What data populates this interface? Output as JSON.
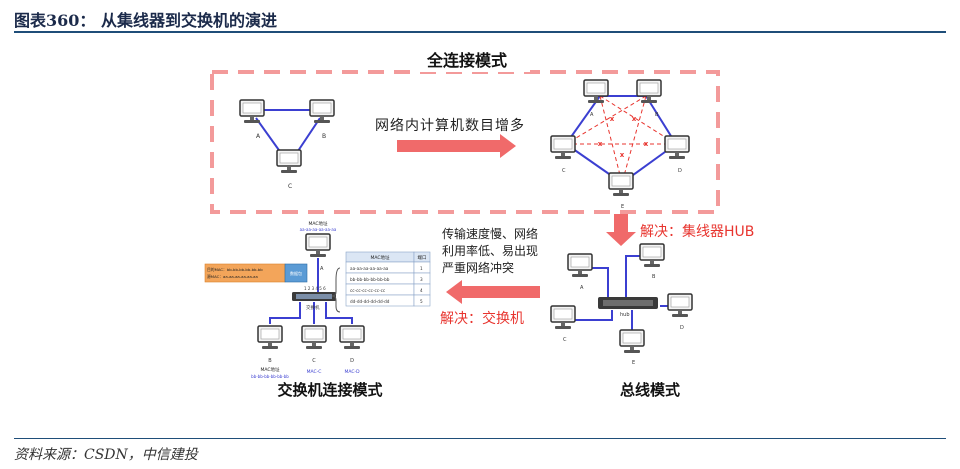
{
  "figure": {
    "title": "图表360：  从集线器到交换机的演进",
    "source": "资料来源：CSDN，中信建投"
  },
  "full_mesh": {
    "title": "全连接模式",
    "arrow_label": "网络内计算机数目增多",
    "small_nodes": [
      "A",
      "B",
      "C"
    ],
    "large_nodes": [
      "A",
      "B",
      "C",
      "D",
      "E"
    ],
    "cross_mark": "x"
  },
  "hub": {
    "solution_label": "解决：集线器HUB",
    "mode_label": "总线模式",
    "device_label": "hub",
    "nodes": [
      "A",
      "B",
      "C",
      "D",
      "E"
    ],
    "problem_text": [
      "传输速度慢、网络",
      "利用率低、易出现",
      "严重网络冲突"
    ]
  },
  "switch": {
    "solution_label": "解决：交换机",
    "mode_label": "交换机连接模式",
    "device_label": "交换机",
    "ports_label": "1 2 3 4 5 6",
    "top_node": {
      "label": "A",
      "mac_title": "MAC地址",
      "mac": "aa-aa-aa-aa-aa-aa"
    },
    "frame": {
      "dst": "目的MAC：bb-bb-bb-bb-bb-bb",
      "src": "源MAC：aa-aa-aa-aa-aa-aa",
      "payload": "数据包"
    },
    "table": {
      "headers": [
        "MAC地址",
        "端口"
      ],
      "rows": [
        [
          "aa-aa-aa-aa-aa-aa",
          "1"
        ],
        [
          "bb-bb-bb-bb-bb-bb",
          "3"
        ],
        [
          "cc-cc-cc-cc-cc-cc",
          "4"
        ],
        [
          "dd-dd-dd-dd-dd-dd",
          "5"
        ]
      ]
    },
    "bottom_nodes": [
      {
        "label": "B",
        "mac_title": "MAC地址",
        "mac": "bb-bb-bb-bb-bb-bb"
      },
      {
        "label": "C",
        "mac_title": "MAC-C",
        "mac": ""
      },
      {
        "label": "D",
        "mac_title": "MAC-D",
        "mac": ""
      }
    ]
  },
  "colors": {
    "accent_red": "#f06a6a",
    "link_blue": "#3b3fd1",
    "dash_red": "#e8352f",
    "title_navy": "#1b2a4a",
    "rule_blue": "#1f4e79",
    "frame_orange": "#f3a55a",
    "frame_blue": "#5b9bd5"
  }
}
